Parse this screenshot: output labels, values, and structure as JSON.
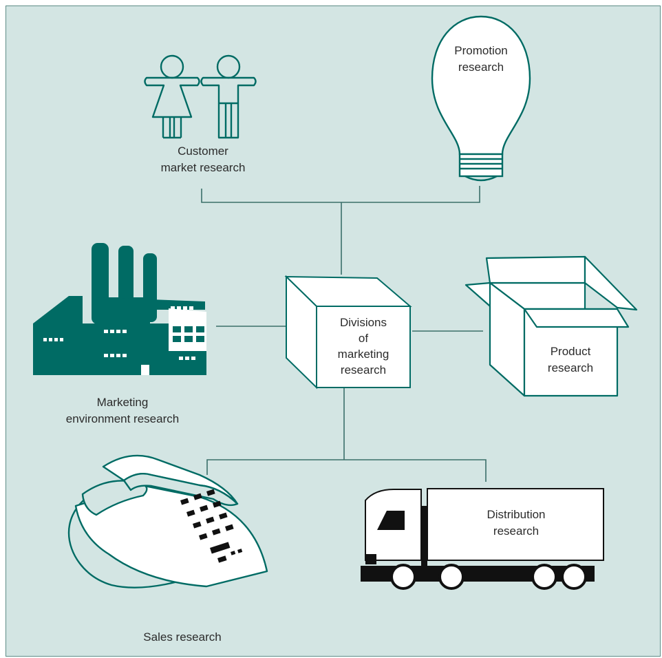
{
  "colors": {
    "background": "#d3e5e3",
    "frame": "#5c8b86",
    "accent": "#006b64",
    "connector": "#3a6e69",
    "text": "#2b2b2b"
  },
  "nodes": {
    "center": {
      "line1": "Divisions",
      "line2": "of",
      "line3": "marketing",
      "line4": "research",
      "icon": "box-icon"
    },
    "customer": {
      "line1": "Customer",
      "line2": "market research",
      "icon": "people-icon"
    },
    "promotion": {
      "line1": "Promotion",
      "line2": "research",
      "icon": "lightbulb-icon"
    },
    "environment": {
      "line1": "Marketing",
      "line2": "environment research",
      "icon": "factory-icon"
    },
    "product": {
      "line1": "Product",
      "line2": "research",
      "icon": "open-box-icon"
    },
    "sales": {
      "line1": "Sales research",
      "icon": "telephone-icon"
    },
    "distribution": {
      "line1": "Distribution",
      "line2": "research",
      "icon": "truck-icon"
    }
  }
}
